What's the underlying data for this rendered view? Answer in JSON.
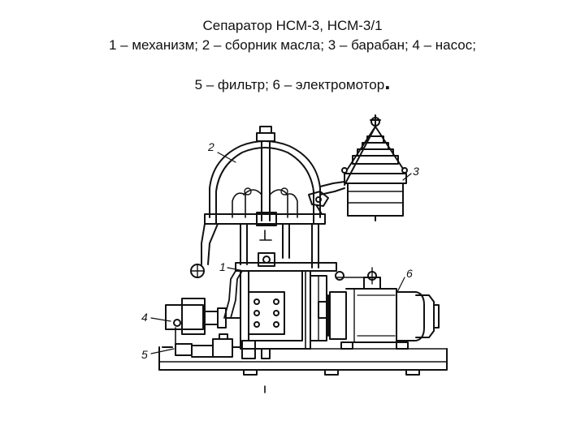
{
  "caption": {
    "line1": "Сепаратор НСМ-3, НСМ-3/1",
    "line2": "1 – механизм; 2 – сборник масла; 3 – барабан; 4 – насос;",
    "line3": "5 – фильтр; 6 – электромотор",
    "line3_end": "."
  },
  "labels": {
    "l1": "1",
    "l2": "2",
    "l3": "3",
    "l4": "4",
    "l5": "5",
    "l6": "6"
  }
}
